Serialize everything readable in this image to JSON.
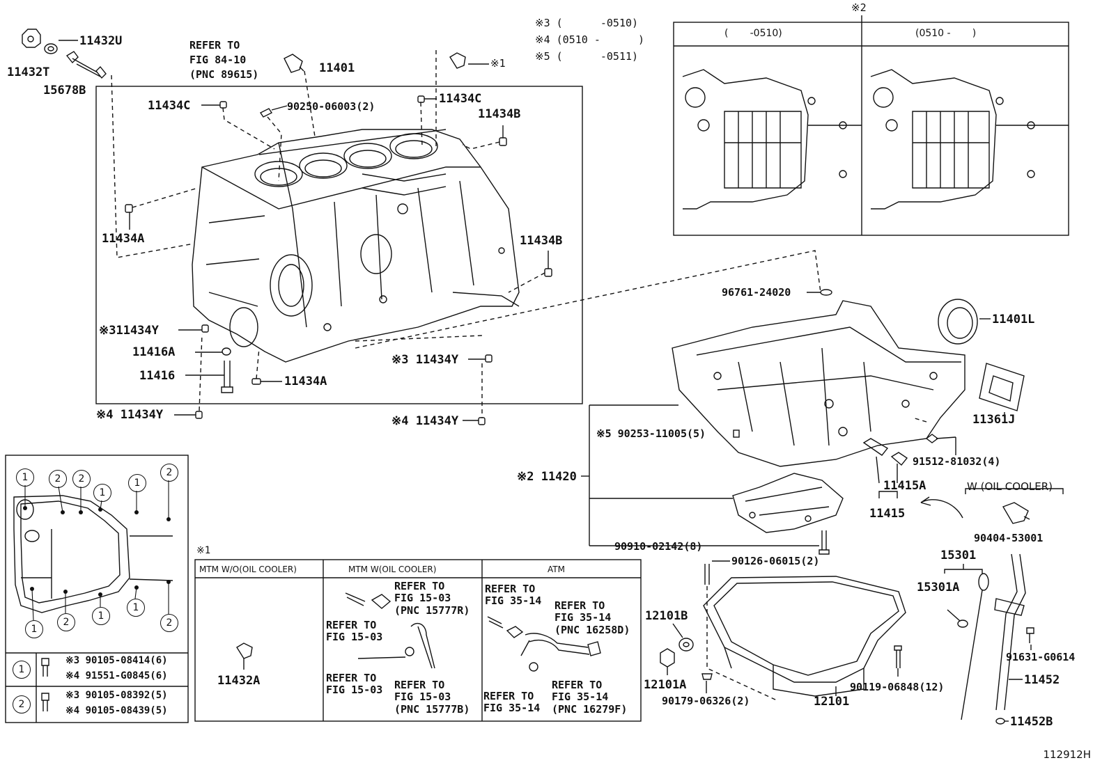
{
  "labels": {
    "p11432T": "11432T",
    "p11432U": "11432U",
    "p15678B": "15678B",
    "ref8410_l1": "REFER TO",
    "ref8410_l2": "FIG 84-10",
    "ref8410_l3": "(PNC 89615)",
    "p11401": "11401",
    "p11434C_a": "11434C",
    "p90250": "90250-06003(2)",
    "p11434C_b": "11434C",
    "p11434B_a": "11434B",
    "p11434A_a": "11434A",
    "p11434B_b": "11434B",
    "p11434Y_3a": "※311434Y",
    "p11416A": "11416A",
    "p11416": "11416",
    "p11434A_b": "11434A",
    "p11434Y_4a": "※4 11434Y",
    "p11434Y_3b": "※3 11434Y",
    "p11434Y_4b": "※4 11434Y",
    "mark1_top": "※1",
    "p96761": "96761-24020",
    "p11401L": "11401L",
    "p11361J": "11361J",
    "p90253": "※5 90253-11005(5)",
    "p91512": "91512-81032(4)",
    "p11415A": "11415A",
    "p11415": "11415",
    "p11420": "※2 11420",
    "p90910": "90910-02142(8)",
    "woil_title": "W (OIL COOLER)",
    "p90404": "90404-53001",
    "p90126": "90126-06015(2)",
    "p15301": "15301",
    "p15301A": "15301A",
    "p12101B": "12101B",
    "p12101A": "12101A",
    "p90179": "90179-06326(2)",
    "p12101": "12101",
    "p90119": "90119-06848(12)",
    "p91631": "91631-G0614",
    "p11452": "11452",
    "p11452B": "11452B",
    "code": "112912H"
  },
  "applicability": {
    "line3": "※3 (      -0510)",
    "line4": "※4 (0510 -      )",
    "line5": "※5 (      -0511)"
  },
  "inset2": {
    "mark": "※2",
    "left_header": "(       -0510)",
    "right_header": "(0510 -       )"
  },
  "table1": {
    "mark": "※1",
    "col1": "MTM W/O(OIL COOLER)",
    "col2": "MTM W(OIL COOLER)",
    "col3": "ATM",
    "part": "11432A",
    "mtmw_refs": [
      [
        "REFER TO",
        "FIG 15-03",
        "(PNC 15777R)"
      ],
      [
        "REFER TO",
        "FIG 15-03"
      ],
      [
        "REFER TO",
        "FIG 15-03"
      ],
      [
        "REFER TO",
        "FIG 15-03",
        "(PNC 15777B)"
      ]
    ],
    "atm_refs": [
      [
        "REFER TO",
        "FIG 35-14"
      ],
      [
        "REFER TO",
        "FIG 35-14",
        "(PNC 16258D)"
      ],
      [
        "REFER TO",
        "FIG 35-14"
      ],
      [
        "REFER TO",
        "FIG 35-14",
        "(PNC 16279F)"
      ]
    ]
  },
  "bolt_legend": {
    "circle1": "1",
    "circle2": "2",
    "row1_a": "※3 90105-08414(6)",
    "row1_b": "※4 91551-G0845(6)",
    "row2_a": "※3 90105-08392(5)",
    "row2_b": "※4 90105-08439(5)"
  },
  "bolt_positions": [
    "1",
    "2",
    "2",
    "1",
    "1",
    "2",
    "1",
    "2",
    "1",
    "1",
    "2"
  ]
}
